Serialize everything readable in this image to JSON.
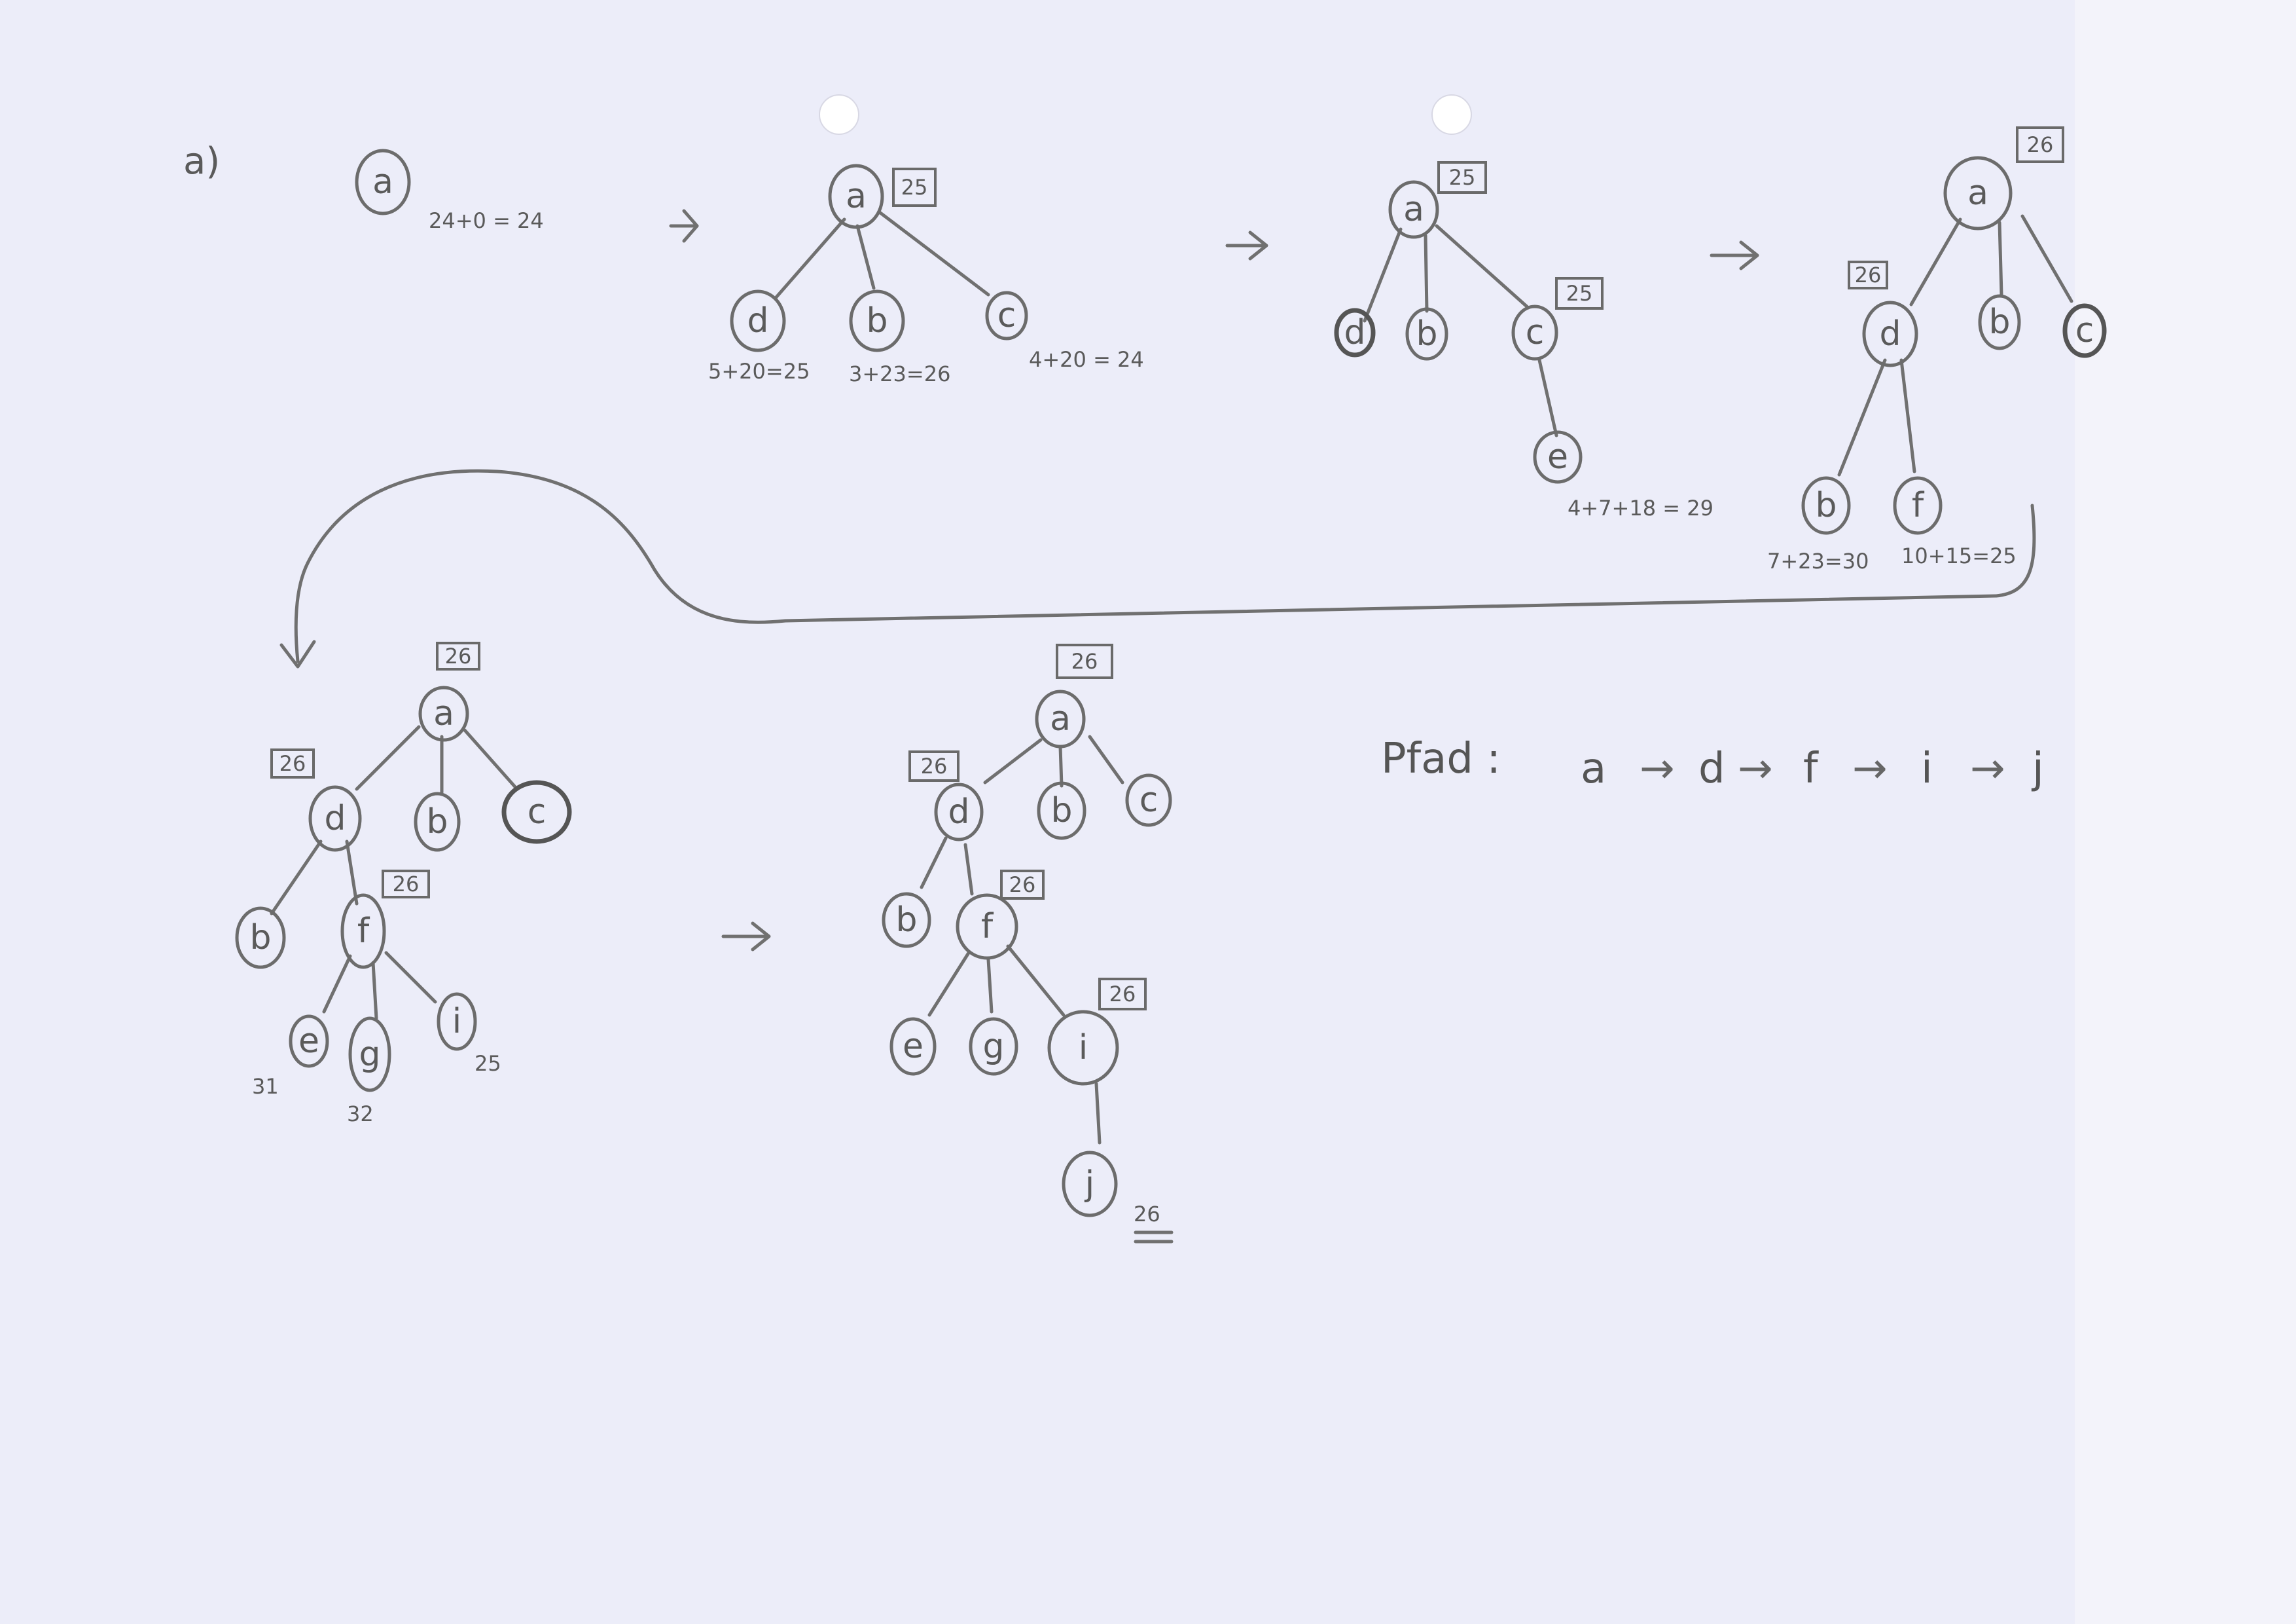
{
  "part_label": "a)",
  "step1": {
    "node": "a",
    "formula": "24+0 = 24"
  },
  "step2": {
    "root": "a",
    "root_value": "25",
    "children": [
      {
        "label": "d",
        "formula": "5+20=25"
      },
      {
        "label": "b",
        "formula": "3+23=26"
      },
      {
        "label": "c",
        "formula": "4+20 = 24"
      }
    ]
  },
  "step3": {
    "root": "a",
    "root_value": "25",
    "children": [
      "d",
      "b",
      "c"
    ],
    "c_value": "25",
    "grandchild": "e",
    "grandchild_formula": "4+7+18 = 29"
  },
  "step4": {
    "root": "a",
    "root_value": "26",
    "children": [
      "d",
      "b",
      "c"
    ],
    "d_value": "26",
    "grandchildren": [
      {
        "label": "b",
        "formula": "7+23=30"
      },
      {
        "label": "f",
        "formula": "10+15=25"
      }
    ]
  },
  "step5": {
    "root": "a",
    "root_value": "26",
    "children": [
      "d",
      "b",
      "c"
    ],
    "d_value": "26",
    "d_children": [
      "b",
      "f"
    ],
    "f_value": "26",
    "f_children": [
      {
        "label": "e",
        "cost": "31"
      },
      {
        "label": "g",
        "cost": "32"
      },
      {
        "label": "i",
        "cost": "25"
      }
    ]
  },
  "step6": {
    "root": "a",
    "root_value": "26",
    "children": [
      "d",
      "b",
      "c"
    ],
    "d_value": "26",
    "d_children": [
      "b",
      "f"
    ],
    "f_value": "26",
    "f_children": [
      "e",
      "g",
      "i"
    ],
    "i_value": "26",
    "i_child": "j",
    "j_value": "26"
  },
  "path": {
    "label": "Pfad :",
    "sequence": [
      "a",
      "d",
      "f",
      "i",
      "j"
    ],
    "separator": "→"
  }
}
